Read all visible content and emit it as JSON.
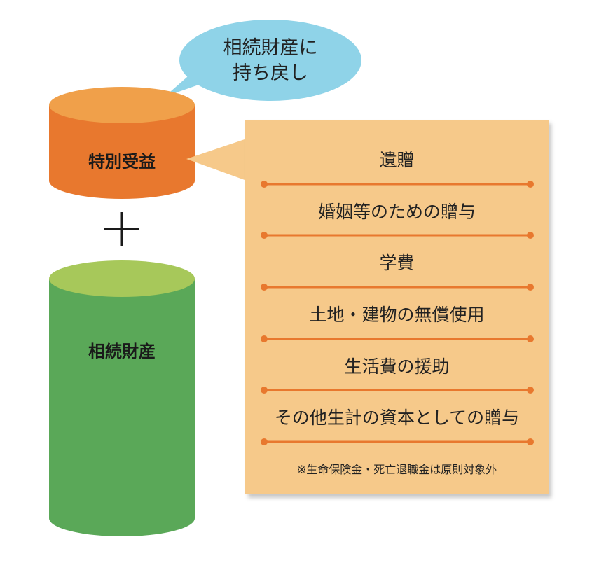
{
  "bubble": {
    "line1": "相続財産に",
    "line2": "持ち戻し"
  },
  "special_gain": {
    "label": "特別受益"
  },
  "plus_symbol": "＋",
  "inheritance": {
    "label": "相続財産"
  },
  "panel": {
    "items": [
      "遺贈",
      "婚姻等のための贈与",
      "学費",
      "土地・建物の無償使用",
      "生活費の援助",
      "その他生計の資本としての贈与"
    ],
    "note": "※生命保険金・死亡退職金は原則対象外"
  },
  "colors": {
    "orange_top": "#f0a04a",
    "orange_body": "#e8782e",
    "green_top": "#a7c85a",
    "green_body": "#5aa858",
    "panel_bg": "#f6c98a",
    "divider": "#e8782e",
    "bubble_bg": "#8fd3e8"
  }
}
